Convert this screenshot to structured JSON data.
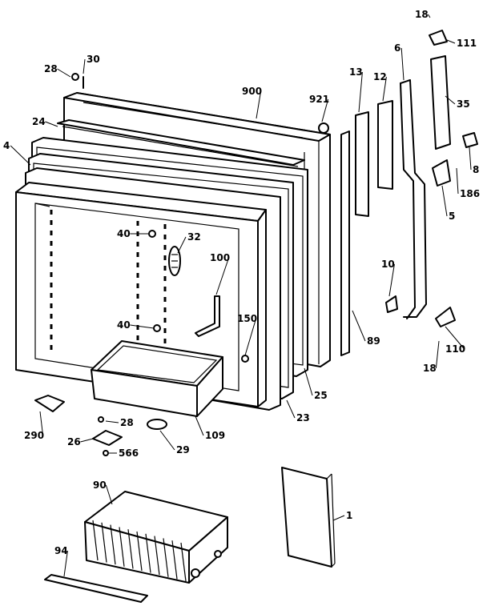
{
  "diagram": {
    "part_labels": [
      {
        "id": "p18a",
        "text": "18"
      },
      {
        "id": "p111",
        "text": "111"
      },
      {
        "id": "p28a",
        "text": "28"
      },
      {
        "id": "p30",
        "text": "30"
      },
      {
        "id": "p900",
        "text": "900"
      },
      {
        "id": "p921",
        "text": "921"
      },
      {
        "id": "p13",
        "text": "13"
      },
      {
        "id": "p12",
        "text": "12"
      },
      {
        "id": "p6",
        "text": "6"
      },
      {
        "id": "p35",
        "text": "35"
      },
      {
        "id": "p24",
        "text": "24"
      },
      {
        "id": "p4",
        "text": "4"
      },
      {
        "id": "p8",
        "text": "8"
      },
      {
        "id": "p186",
        "text": "186"
      },
      {
        "id": "p5",
        "text": "5"
      },
      {
        "id": "p40a",
        "text": "40"
      },
      {
        "id": "p32",
        "text": "32"
      },
      {
        "id": "p100",
        "text": "100"
      },
      {
        "id": "p10",
        "text": "10"
      },
      {
        "id": "p40b",
        "text": "40"
      },
      {
        "id": "p150",
        "text": "150"
      },
      {
        "id": "p89",
        "text": "89"
      },
      {
        "id": "p110",
        "text": "110"
      },
      {
        "id": "p18b",
        "text": "18"
      },
      {
        "id": "p25",
        "text": "25"
      },
      {
        "id": "p290",
        "text": "290"
      },
      {
        "id": "p28b",
        "text": "28"
      },
      {
        "id": "p23",
        "text": "23"
      },
      {
        "id": "p26",
        "text": "26"
      },
      {
        "id": "p109",
        "text": "109"
      },
      {
        "id": "p566",
        "text": "566"
      },
      {
        "id": "p29",
        "text": "29"
      },
      {
        "id": "p90",
        "text": "90"
      },
      {
        "id": "p1",
        "text": "1"
      },
      {
        "id": "p94",
        "text": "94"
      }
    ]
  }
}
